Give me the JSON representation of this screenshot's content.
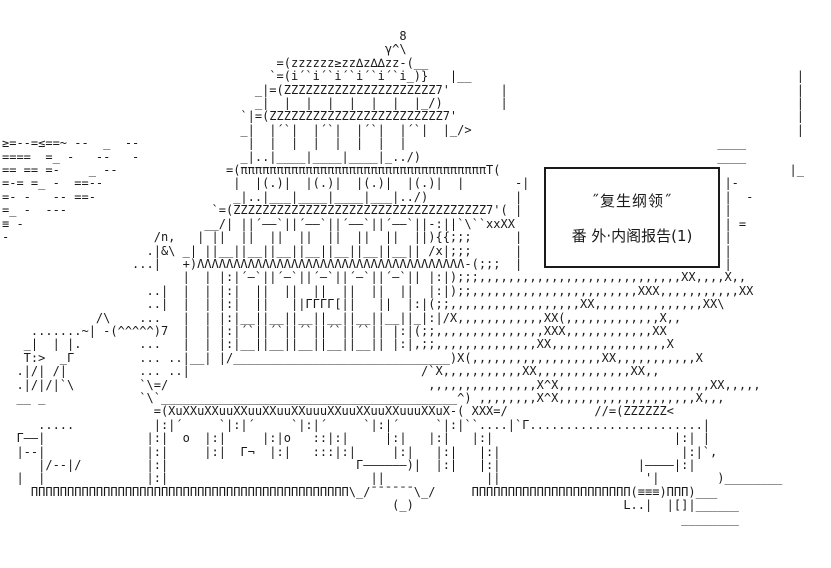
{
  "page": {
    "background": "#ffffff",
    "ink": "#1a1a1a"
  },
  "title_box": {
    "line1": "˝复生纲领˝",
    "line2": "番 外·内阁报告(1)"
  },
  "ascii_art": {
    "lines": [
      "                                                       8",
      "                                                     γ^\\",
      "                                      =(zzzzzz≥zz∆z∆∆zz-(__",
      "                                     `=(i´`i´`i´`i´`i´`i_)}   |__                                             |",
      "                                   _|=(ZZZZZZZZZZZZZZZZZZZZZ7'       |                                        |",
      "                                   _|  |  |  |  |  |  |  |_/)        |                                        |",
      "                                 `|=(ZZZZZZZZZZZZZZZZZZZZZZZZ7'                                               |",
      "                                 _|  |´`|  |´`|  |´`|  |´`|  |_/>                                             |",
      "≥=--=≤==~ --  _  --               |  |  |  |  |  |  |  |                                           ____",
      "====  =_ -   --   -              _|..|____|____|____|_../)                                         ____",
      "== == =-    _ --               =(ππππππππππππππππππππππππππππππππππT(                                        |_",
      "=-= =_ -  ==--                  |  |(.)|  |(.)|  |(.)|  |(.)|  |       -|                           |-",
      "=- -   -- ==-                   _|..|___|____|____|___|../)            |                            |  -",
      "=_ -  ---                    `=(ZZZZZZZZZZZZZZZZZZZZZZZZZZZZZZZZZZZ7'( |                            |",
      "≡ -                         __/| ||´——`||´——`||´——`||´——`||-:||`\\``xxXX                             | =",
      "-                    /n,   | ||  ||  ||  ||  ||  ||  ||  ||){{;;;      |                            |",
      "                    .|&\\ _| ||__||__||__||__||__||__||__|| /x|;;;      |                            |",
      "                  ...|   +)ΛΛΛΛΛΛΛΛΛΛΛΛΛΛΛΛΛΛΛΛΛΛΛΛΛΛΛΛΛΛΛΛΛΛΛΛΛ-(;;;  |                            |",
      "                         |  | |:|´—`||´—`||´—`||´—`||´—`|| |:|);;;,,,,,,,,,,,,,,,,,,,,,,,,,,,,XX,,,,X,,",
      "                    ..|  |  | |:|  ||  ||  ||  ||  ||  ||  |:|);;,,,,,,,,,,,,,,,,,,,,,,,XXX,,,,,,,,,,,XX",
      "                    ..|  |  | |:|  ||   ||ΓΓΓΓ[||   ||  |:|(;;,,,,,,,,,,,,,,,,,,XX,,,,,,,,,,,,,,,XX\\",
      "             /\\    ...   |  | |:|__||__||__||__||__||__||_|:|/X,,,,,,,,,,,,XX(,,,,,,,,,,,,,X,,",
      "    .......~| -(^^^^^)7  |  | |:|´`||´`||´`||´`||´`|| |:|(;;,,,,,,,,,,,,,,,XXX,,,,,,,,,,,,XX",
      "   _|  | |.        ...   |  | |:|__||__||__||__||__|| |:|,;;,,,,,,,,,,,,,,XX,,,,,,,,,,,,,,,,X",
      "   T:>  _Γ         ... ..|__| |/______________________________)X(,,,,,,,,,,,,,,,,,,XX,,,,,,,,,,,X",
      "  .|/| /|          ... ..|                                /`X,,,,,,,,,,,XX,,,,,,,,,,,,,XX,,",
      "  .|/|/|`\\         `\\=/                                    ,,,,,,,,,,,,,,,X^X,,,,,,,,,,,,,,,,,,,,,XX,,,,,",
      "  __ _             `\\`_________________________________________^) ,,,,,,,,X^X,,,,,,,,,,,,,,,,,,,X,,,",
      "                     =(XuXXuXXuuXXuuXXuuXXuuuXXuuXXuuXXuuuXXuX-( XXX=/            //=(ZZZZZZ<",
      "     .....           |:|´     `|:|´     `|:|´     `|:|´     `|:|``....|`Γ........................|",
      "  Γ——|              |:|  o  |:|     |:|o   ::|:|     |:|   |:|   |:|                         |:| |",
      "  |--|              |:|     |:|  Γ¬  |:|   :::|:|     |:|   |:|   |:|                         |:|`,",
      "     |/--|/         |:|                          Γ——————)|  |:|   |:|                   |————|:|",
      "  |  |              |:|                            ||              ||                    '|        )________",
      "    ΠΠΠΠΠΠΠΠΠΠΠΠΠΠΠΠΠΠΠΠΠΠΠΠΠΠΠΠΠΠΠΠΠΠΠΠΠΠΠΠΠΠΠΠ\\_/¯¯¯¯¯¯\\_/     ΠΠΠΠΠΠΠΠΠΠΠΠΠΠΠΠΠΠΠΠΠΠ(≡≡≡)ΠΠΠ)___",
      "                                                      (_)                             L..|  |[]|______",
      "                                                                                              ________",
      ""
    ]
  }
}
